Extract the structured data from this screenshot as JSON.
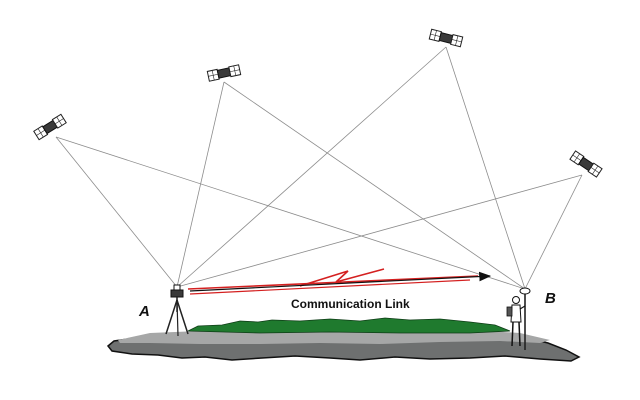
{
  "labels": {
    "station_a": "A",
    "station_b": "B",
    "communication_link": "Communication Link"
  },
  "icons": {
    "satellite": "satellite-icon",
    "tripod_receiver": "tripod-receiver-icon",
    "rover_surveyor": "rover-surveyor-icon",
    "link_arrow": "red-link-arrow-icon",
    "lightning": "lightning-bolt-icon"
  },
  "colors": {
    "sight_lines": "#8c8c8c",
    "link_arrow": "#d42020",
    "terrain_dark": "#6e7070",
    "terrain_light": "#a6a7a7",
    "grass": "#1f7a2e",
    "satellite_body": "#333333"
  }
}
